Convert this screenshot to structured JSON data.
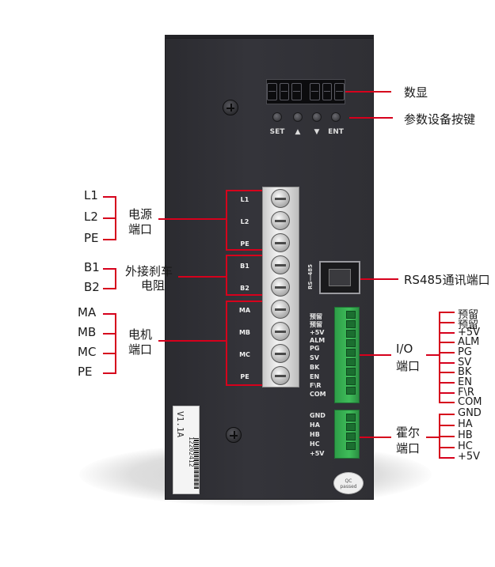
{
  "display": {
    "digits": "888 888"
  },
  "keys": [
    {
      "label": "SET"
    },
    {
      "label": "▲"
    },
    {
      "label": "▼"
    },
    {
      "label": "ENT"
    }
  ],
  "callouts_right": {
    "display": "数显",
    "keys": "参数设备按键",
    "rs485": "RS485通讯端口",
    "io_title_1": "I/O",
    "io_title_2": "端口",
    "hall_title_1": "霍尔",
    "hall_title_2": "端口"
  },
  "callouts_left": {
    "power_1": "电源",
    "power_2": "端口",
    "brake_1": "外接刹车",
    "brake_2": "电阻",
    "motor_1": "电机",
    "motor_2": "端口"
  },
  "power_pins": [
    "L1",
    "L2",
    "PE"
  ],
  "brake_pins": [
    "B1",
    "B2"
  ],
  "motor_pins": [
    "MA",
    "MB",
    "MC",
    "PE"
  ],
  "terminal_labels": [
    "L1",
    "L2",
    "PE",
    "B1",
    "B2",
    "MA",
    "MB",
    "MC",
    "PE"
  ],
  "rs485_vertical": "RS—485",
  "io_pins_device": [
    "预留",
    "预留",
    "+5V",
    "ALM",
    "PG",
    "SV",
    "BK",
    "EN",
    "F\\R",
    "COM"
  ],
  "io_pins_callout": [
    "预留",
    "预留",
    "+5V",
    "ALM",
    "PG",
    "SV",
    "BK",
    "EN",
    "F\\R",
    "COM"
  ],
  "hall_pins_device": [
    "GND",
    "HA",
    "HB",
    "HC",
    "+5V"
  ],
  "hall_pins_callout": [
    "GND",
    "HA",
    "HB",
    "HC",
    "+5V"
  ],
  "sticker": {
    "version": "V1.1A",
    "serial": "12202412"
  },
  "qc_label": {
    "line1": "QC",
    "line2": "passed"
  },
  "colors": {
    "callout_line": "#d6001c",
    "device_body": "#2f2f34",
    "connector_green": "#3fbd5a"
  }
}
